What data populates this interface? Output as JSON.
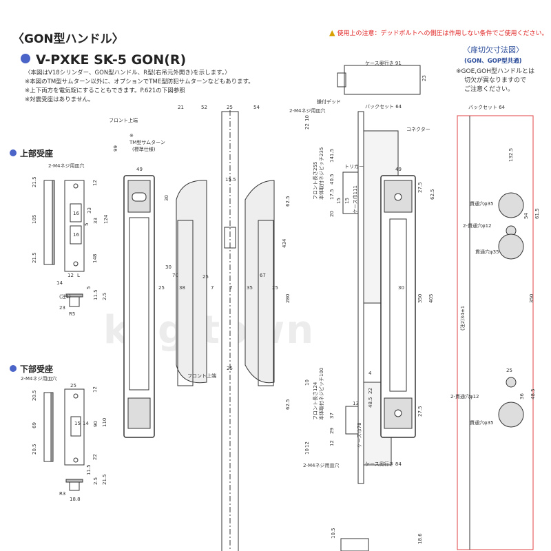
{
  "header": {
    "title": "〈GON型ハンドル〉",
    "model": "V-PXKE SK-5 GON(R)",
    "notes": [
      "〈本図はV18シリンダー、GON型ハンドル、R型(右吊元外開き)を示します。〉",
      "※本図のTM型サムターン以外に、オプションでTME型防犯サムターンなどもあります。",
      "※上下両方を電気錠にすることもできます。P.621の下図参照",
      "※対震受座はありません。"
    ],
    "warning": "使用上の注意：デッドボルトへの側圧は作用しない条件でご使用ください。"
  },
  "colors": {
    "accent": "#4a64c8",
    "warning": "#e02020",
    "cutout_title": "#2b4c9a",
    "cutout_line": "#e04040"
  },
  "door_cutout": {
    "title": "〈扉切欠寸法図〉",
    "subtitle": "(GON、GOP型共通)",
    "notes": [
      "※GOE,GOH型ハンドルとは",
      "切欠が異なりますので",
      "ご注意ください。"
    ],
    "dims": [
      "バックセット 64",
      "132.5",
      "貫通穴φ35",
      "2-貫通穴φ12",
      "54",
      "61.5",
      "貫通穴φ35",
      "(注2)34±1",
      "350",
      "25",
      "36",
      "48.5",
      "2-貫通穴φ12",
      "貫通穴φ35"
    ]
  },
  "upper_strike": {
    "label": "上部受座",
    "dims": [
      "2-M4ネジ用皿穴",
      "21.5",
      "105",
      "21.5",
      "12",
      "16",
      "33",
      "5",
      "16",
      "33",
      "124",
      "148",
      "12",
      "L",
      "14",
      "(注1)",
      "5",
      "11.5",
      "2.5",
      "23",
      "R5",
      "21.5"
    ]
  },
  "lower_strike": {
    "label": "下部受座",
    "dims": [
      "2-M4ネジ用皿穴",
      "25",
      "69",
      "20.5",
      "20.5",
      "15",
      "14",
      "12",
      "90",
      "110",
      "22",
      "11.5",
      "2.5",
      "21.5",
      "R3",
      "18.8"
    ]
  },
  "handle": {
    "dims": [
      "フロント上端",
      "99",
      "21",
      "52",
      "25",
      "54",
      "※",
      "TM型サムターン",
      "(標準仕様)",
      "49",
      "30",
      "15.5",
      "62.5",
      "434",
      "70",
      "38",
      "7",
      "7",
      "35",
      "67",
      "25",
      "25",
      "25",
      "30",
      "280",
      "25",
      "フロント上端",
      "62.5"
    ]
  },
  "lock_body": {
    "dims": [
      "ケース奥行き 91",
      "23",
      "鎌付デッド",
      "2-M4ネジ用皿穴",
      "バックセット 64",
      "コネクター",
      "トリガー",
      "141.5",
      "40.5",
      "17.5",
      "15",
      "15",
      "20",
      "22",
      "10",
      "フロント長さ255",
      "本体取付ネジピッチ235",
      "ケース巾111",
      "49",
      "27.5",
      "62.5",
      "30",
      "350",
      "405",
      "4",
      "22",
      "10",
      "13",
      "48.5",
      "27.5",
      "37",
      "29",
      "12",
      "フロント長さ124",
      "本体取付ネジピッチ100",
      "ケース巾78",
      "2-M4ネジ用皿穴",
      "ケース奥行き 84",
      "10.5",
      "18.6",
      "12",
      "10"
    ]
  },
  "watermark": "kagitown"
}
